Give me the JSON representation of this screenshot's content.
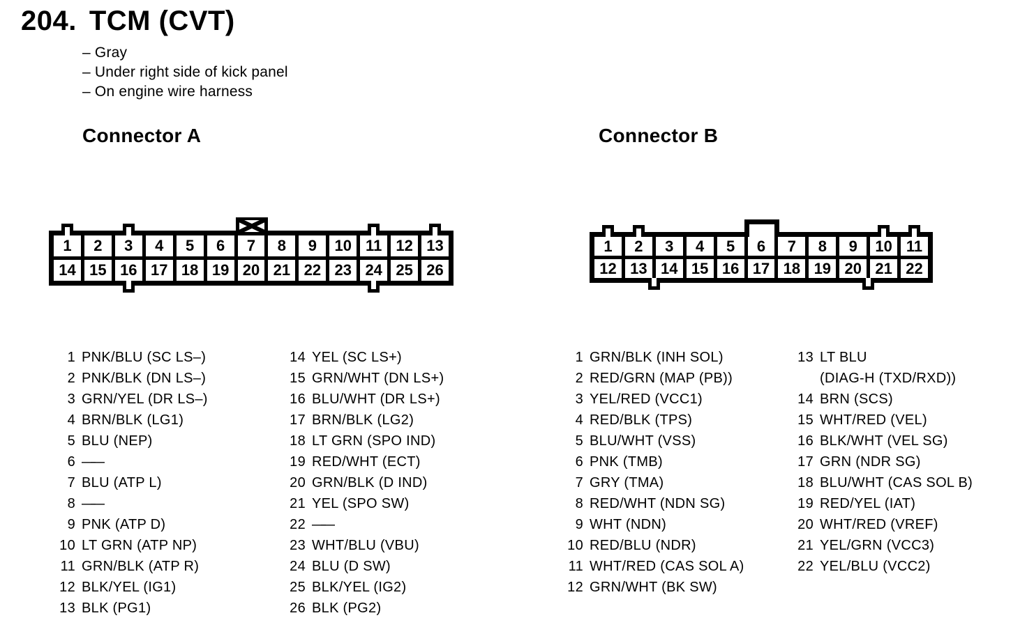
{
  "page": {
    "number_label": "204.",
    "title": "TCM (CVT)",
    "notes": [
      "– Gray",
      "– Under right side of kick panel",
      "– On engine wire harness"
    ]
  },
  "connectors": [
    {
      "id": "A",
      "label": "Connector A",
      "drawing": {
        "columns": 13,
        "rows": [
          [
            1,
            2,
            3,
            4,
            5,
            6,
            7,
            8,
            9,
            10,
            11,
            12,
            13
          ],
          [
            14,
            15,
            16,
            17,
            18,
            19,
            20,
            21,
            22,
            23,
            24,
            25,
            26
          ]
        ],
        "top_tabs": [
          [
            1
          ],
          [
            3
          ],
          [
            11
          ],
          [
            13
          ]
        ],
        "bottom_tabs": [
          [
            16
          ],
          [
            24
          ]
        ],
        "key": {
          "style": "crossed",
          "cells": [
            7
          ]
        }
      },
      "pin_columns": [
        [
          {
            "n": "1",
            "label": "PNK/BLU (SC LS–)"
          },
          {
            "n": "2",
            "label": "PNK/BLK (DN LS–)"
          },
          {
            "n": "3",
            "label": "GRN/YEL (DR LS–)"
          },
          {
            "n": "4",
            "label": "BRN/BLK (LG1)"
          },
          {
            "n": "5",
            "label": "BLU (NEP)"
          },
          {
            "n": "6",
            "label": "——"
          },
          {
            "n": "7",
            "label": "BLU (ATP L)"
          },
          {
            "n": "8",
            "label": "——"
          },
          {
            "n": "9",
            "label": "PNK (ATP D)"
          },
          {
            "n": "10",
            "label": "LT GRN (ATP NP)"
          },
          {
            "n": "11",
            "label": "GRN/BLK (ATP R)"
          },
          {
            "n": "12",
            "label": "BLK/YEL (IG1)"
          },
          {
            "n": "13",
            "label": "BLK (PG1)"
          }
        ],
        [
          {
            "n": "14",
            "label": "YEL (SC LS+)"
          },
          {
            "n": "15",
            "label": "GRN/WHT (DN LS+)"
          },
          {
            "n": "16",
            "label": "BLU/WHT (DR LS+)"
          },
          {
            "n": "17",
            "label": "BRN/BLK (LG2)"
          },
          {
            "n": "18",
            "label": "LT GRN (SPO IND)"
          },
          {
            "n": "19",
            "label": "RED/WHT (ECT)"
          },
          {
            "n": "20",
            "label": "GRN/BLK (D IND)"
          },
          {
            "n": "21",
            "label": "YEL (SPO SW)"
          },
          {
            "n": "22",
            "label": "——"
          },
          {
            "n": "23",
            "label": "WHT/BLU (VBU)"
          },
          {
            "n": "24",
            "label": "BLU (D SW)"
          },
          {
            "n": "25",
            "label": "BLK/YEL (IG2)"
          },
          {
            "n": "26",
            "label": "BLK (PG2)"
          }
        ]
      ]
    },
    {
      "id": "B",
      "label": "Connector B",
      "drawing": {
        "columns": 11,
        "rows": [
          [
            1,
            2,
            3,
            4,
            5,
            6,
            7,
            8,
            9,
            10,
            11
          ],
          [
            12,
            13,
            14,
            15,
            16,
            17,
            18,
            19,
            20,
            21,
            22
          ]
        ],
        "top_tabs": [
          [
            1
          ],
          [
            2
          ],
          [
            10
          ],
          [
            11
          ]
        ],
        "bottom_tabs": [
          [
            13,
            14
          ],
          [
            20,
            21
          ]
        ],
        "key": {
          "style": "open",
          "cells": [
            6
          ]
        }
      },
      "pin_columns": [
        [
          {
            "n": "1",
            "label": "GRN/BLK (INH SOL)"
          },
          {
            "n": "2",
            "label": "RED/GRN (MAP (PB))"
          },
          {
            "n": "3",
            "label": "YEL/RED (VCC1)"
          },
          {
            "n": "4",
            "label": "RED/BLK (TPS)"
          },
          {
            "n": "5",
            "label": "BLU/WHT (VSS)"
          },
          {
            "n": "6",
            "label": "PNK (TMB)"
          },
          {
            "n": "7",
            "label": "GRY (TMA)"
          },
          {
            "n": "8",
            "label": "RED/WHT (NDN SG)"
          },
          {
            "n": "9",
            "label": "WHT (NDN)"
          },
          {
            "n": "10",
            "label": "RED/BLU (NDR)"
          },
          {
            "n": "11",
            "label": "WHT/RED (CAS SOL A)"
          },
          {
            "n": "12",
            "label": "GRN/WHT (BK SW)"
          }
        ],
        [
          {
            "n": "13",
            "label": "LT BLU",
            "label2": "(DIAG-H (TXD/RXD))"
          },
          {
            "n": "14",
            "label": "BRN (SCS)"
          },
          {
            "n": "15",
            "label": "WHT/RED (VEL)"
          },
          {
            "n": "16",
            "label": "BLK/WHT (VEL SG)"
          },
          {
            "n": "17",
            "label": "GRN (NDR SG)"
          },
          {
            "n": "18",
            "label": "BLU/WHT (CAS SOL B)"
          },
          {
            "n": "19",
            "label": "RED/YEL (IAT)"
          },
          {
            "n": "20",
            "label": "WHT/RED (VREF)"
          },
          {
            "n": "21",
            "label": "YEL/GRN (VCC3)"
          },
          {
            "n": "22",
            "label": "YEL/BLU (VCC2)"
          }
        ]
      ]
    }
  ]
}
